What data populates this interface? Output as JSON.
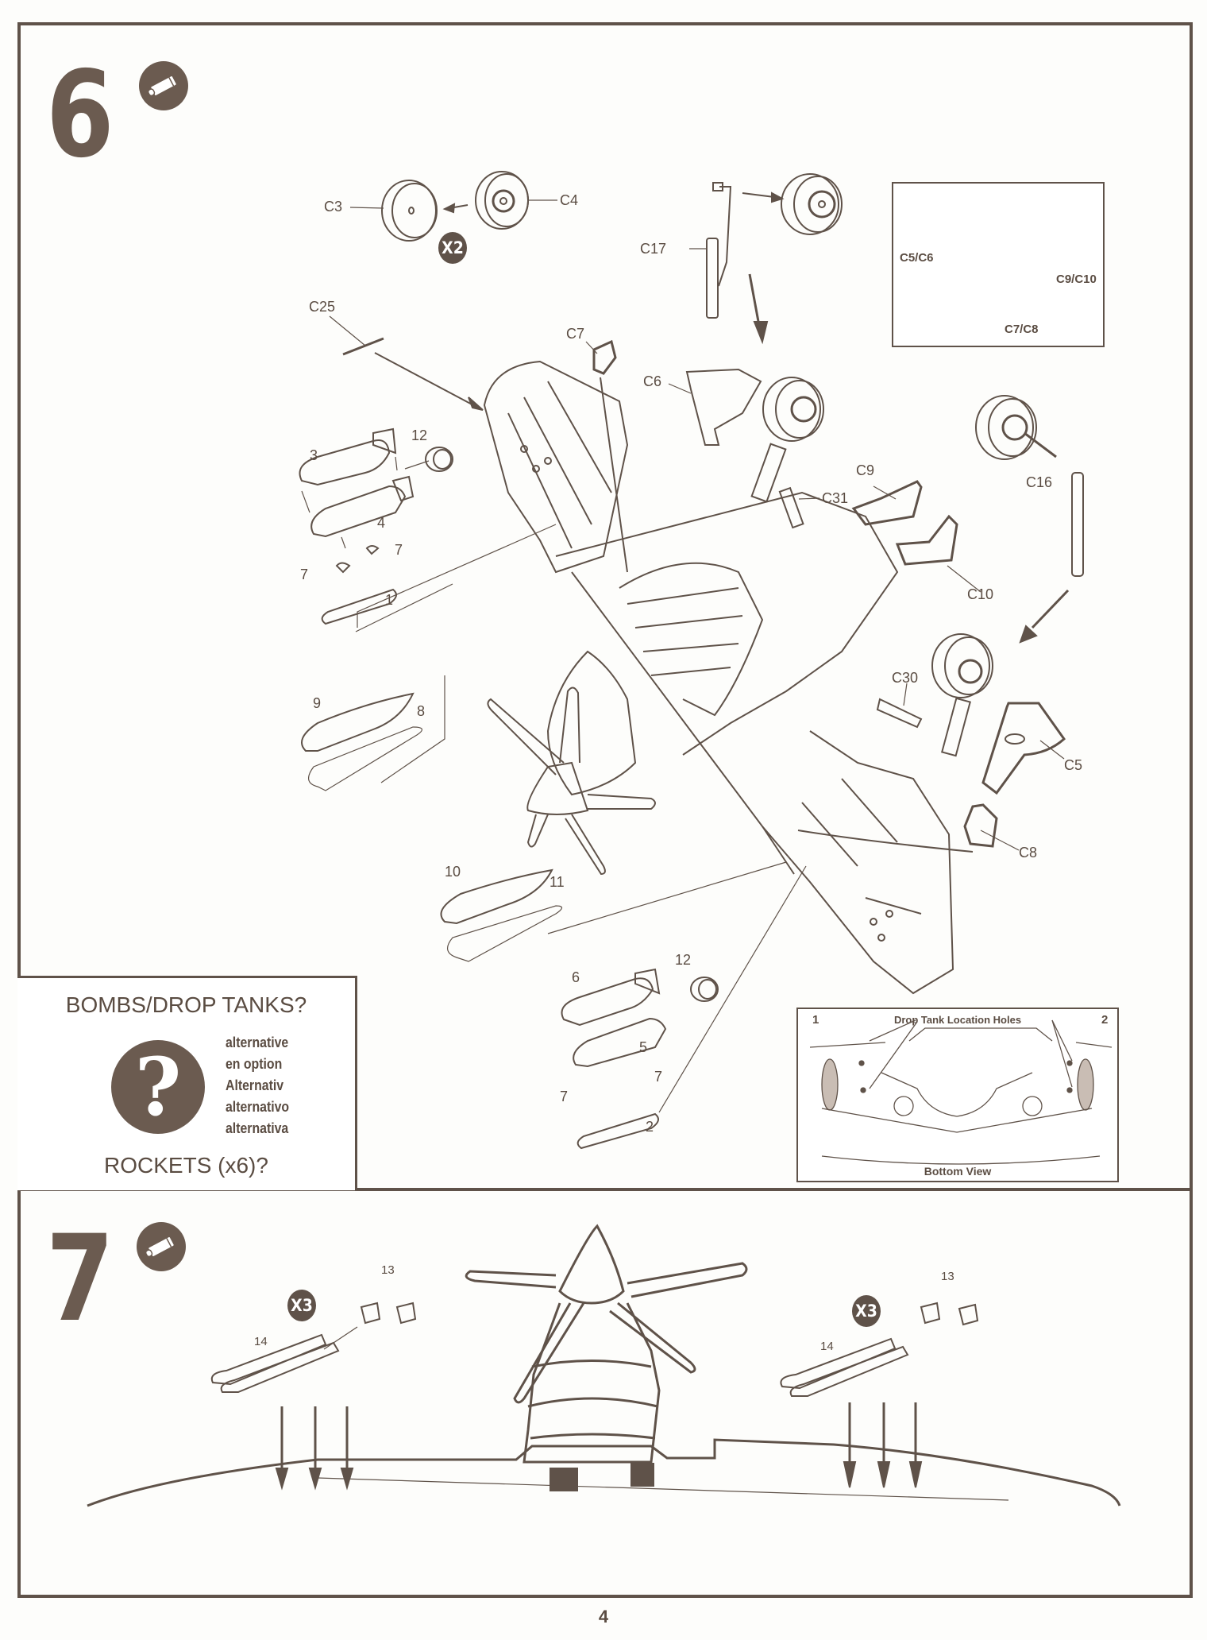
{
  "page": {
    "page_number": "4",
    "colors": {
      "ink": "#5f5249",
      "paper": "#fdfdfb",
      "badge": "#6b5b50"
    }
  },
  "step6": {
    "number": "6",
    "glue_icon": "cement-tube-icon",
    "wheel_badge": "X2",
    "part_labels": {
      "c3": "C3",
      "c4": "C4",
      "c17": "C17",
      "c25": "C25",
      "c7": "C7",
      "c6": "C6",
      "c31": "C31",
      "c9": "C9",
      "c10": "C10",
      "c16": "C16",
      "c30": "C30",
      "c5": "C5",
      "c8": "C8",
      "p1": "1",
      "p2": "2",
      "p3": "3",
      "p4": "4",
      "p5": "5",
      "p6": "6",
      "p7a": "7",
      "p7b": "7",
      "p7c": "7",
      "p7d": "7",
      "p8": "8",
      "p9": "9",
      "p10": "10",
      "p11": "11",
      "p12a": "12",
      "p12b": "12"
    },
    "inset": {
      "labels": {
        "c5c6": "C5/C6",
        "c9c10": "C9/C10",
        "c7c8": "C7/C8"
      }
    },
    "alternative_box": {
      "title": "BOMBS/DROP TANKS?",
      "icon": "question-mark-icon",
      "languages": [
        "alternative",
        "en option",
        "Alternativ",
        "alternativo",
        "alternativa"
      ],
      "subtitle": "ROCKETS (x6)?"
    },
    "bottom_view": {
      "heading": "Drop Tank Location Holes",
      "caption": "Bottom View",
      "marker_left": "1",
      "marker_right": "2"
    }
  },
  "step7": {
    "number": "7",
    "glue_icon": "cement-tube-icon",
    "left_group": {
      "badge": "X3",
      "label_fins": "13",
      "label_rocket": "14"
    },
    "right_group": {
      "badge": "X3",
      "label_fins": "13",
      "label_rocket": "14"
    }
  }
}
